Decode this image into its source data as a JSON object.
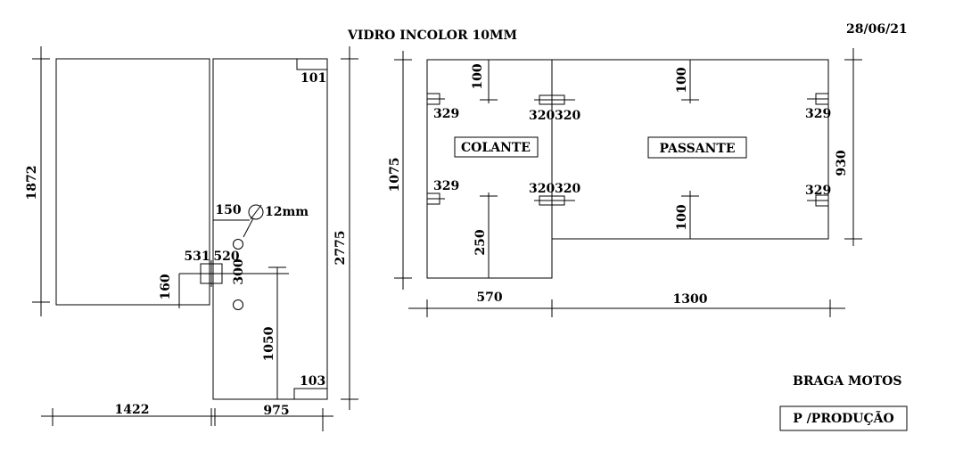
{
  "header": {
    "title": "VIDRO INCOLOR 10MM",
    "date": "28/06/21"
  },
  "left_drawing": {
    "panel_a_height": "1872",
    "panel_a_width": "1422",
    "panel_b_width": "975",
    "panel_b_height": "2775",
    "corner_top": "101",
    "corner_bottom": "103",
    "hole_diameter": "12mm",
    "hole_offset_x": "150",
    "notch_width_a": "531",
    "notch_width_b": "520",
    "notch_height": "160",
    "hole_spacing": "300",
    "hole_from_bottom": "1050"
  },
  "right_drawing": {
    "label_left": "COLANTE",
    "label_right": "PASSANTE",
    "height_left": "1075",
    "height_right": "930",
    "width_left": "570",
    "width_right": "1300",
    "hinge_top_left": "329",
    "hinge_top_mid_a": "320",
    "hinge_top_mid_b": "320",
    "hinge_top_right": "329",
    "hinge_bot_left": "329",
    "hinge_bot_mid_a": "320",
    "hinge_bot_mid_b": "320",
    "hinge_bot_right": "329",
    "offset_top_left": "100",
    "offset_top_right": "100",
    "offset_bot_right": "100",
    "offset_bot_left": "250"
  },
  "footer": {
    "client": "BRAGA MOTOS",
    "stamp": "P /PRODUÇÃO"
  }
}
